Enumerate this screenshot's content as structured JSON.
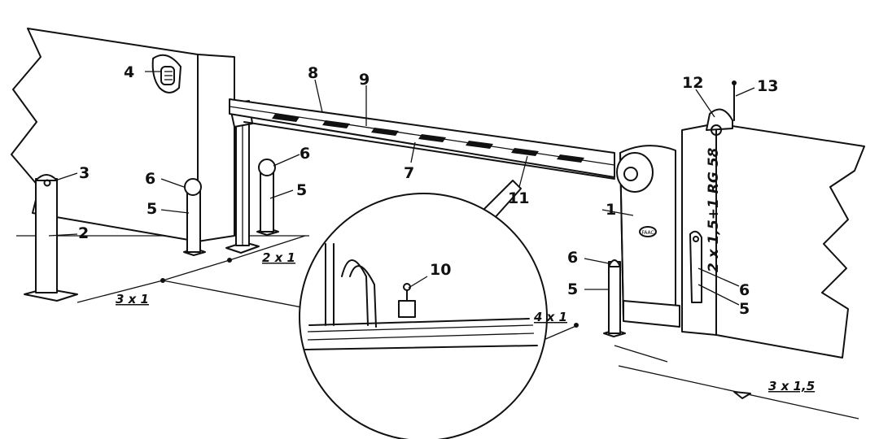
{
  "callouts": {
    "n1": "1",
    "n2": "2",
    "n3": "3",
    "n4": "4",
    "n5a": "5",
    "n5b": "5",
    "n5c": "5",
    "n5d": "5",
    "n6a": "6",
    "n6b": "6",
    "n6c": "6",
    "n6d": "6",
    "n7": "7",
    "n8": "8",
    "n9": "9",
    "n10": "10",
    "n11": "11",
    "n12": "12",
    "n13": "13"
  },
  "cables": {
    "c_2x1": "2 x 1",
    "c_3x1": "3 x 1",
    "c_4x1": "4 x 1",
    "c_3x15": "3 x 1,5",
    "c_rg58": "2 x 1,5+1 RG 58"
  },
  "brand": {
    "logo_text": "FAAC"
  }
}
